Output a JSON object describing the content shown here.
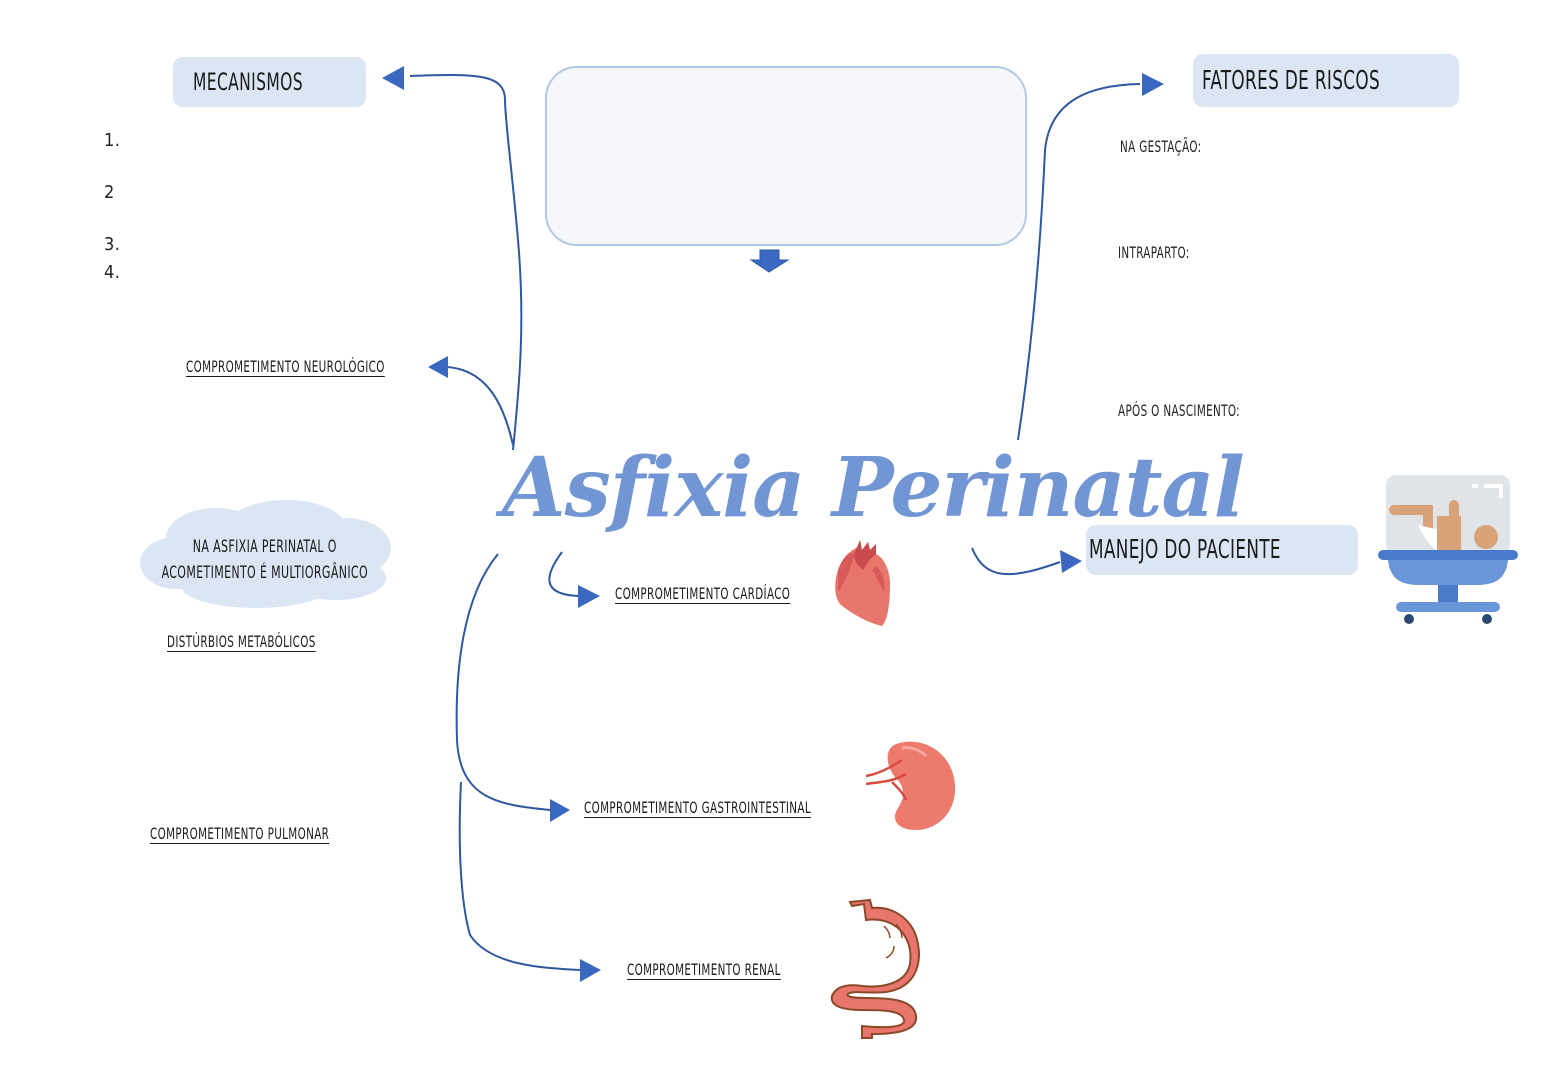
{
  "title": "Asfixia Perinatal",
  "colors": {
    "accent": "#7196d3",
    "arrow": "#2f58a0",
    "arrowhead": "#3a67c0",
    "header_bg": "#dce5f3",
    "center_box_bg": "#f5f7fb",
    "center_box_border": "#b3c7e6",
    "cloud": "#dce5f3",
    "organ": "#e8766c"
  },
  "mecanismos": {
    "header": "MECANISMOS",
    "items": [
      "1.",
      "2",
      "3.",
      "4."
    ]
  },
  "fatores": {
    "header": "FATORES DE RISCOS",
    "sections": [
      "NA GESTAÇÃO:",
      "INTRAPARTO:",
      "APÓS O NASCIMENTO:"
    ]
  },
  "manejo": {
    "header": "MANEJO DO PACIENTE",
    "icon": "incubator-icon"
  },
  "cloud_note": {
    "line1": "NA ASFIXIA PERINATAL O",
    "line2": "ACOMETIMENTO É MULTIORGÂNICO"
  },
  "branches": {
    "neurologico": "COMPROMETIMENTO NEUROLÓGICO",
    "cardiaco": "COMPROMETIMENTO CARDÍACO",
    "metabolicos": "DISTÚRBIOS METABÓLICOS",
    "gastro": "COMPROMETIMENTO GASTROINTESTINAL",
    "pulmonar": "COMPROMETIMENTO PULMONAR",
    "renal": "COMPROMETIMENTO RENAL"
  },
  "icons": {
    "heart": "heart-icon",
    "kidney": "kidney-icon",
    "stomach": "stomach-intestine-icon",
    "incubator": "incubator-icon"
  }
}
